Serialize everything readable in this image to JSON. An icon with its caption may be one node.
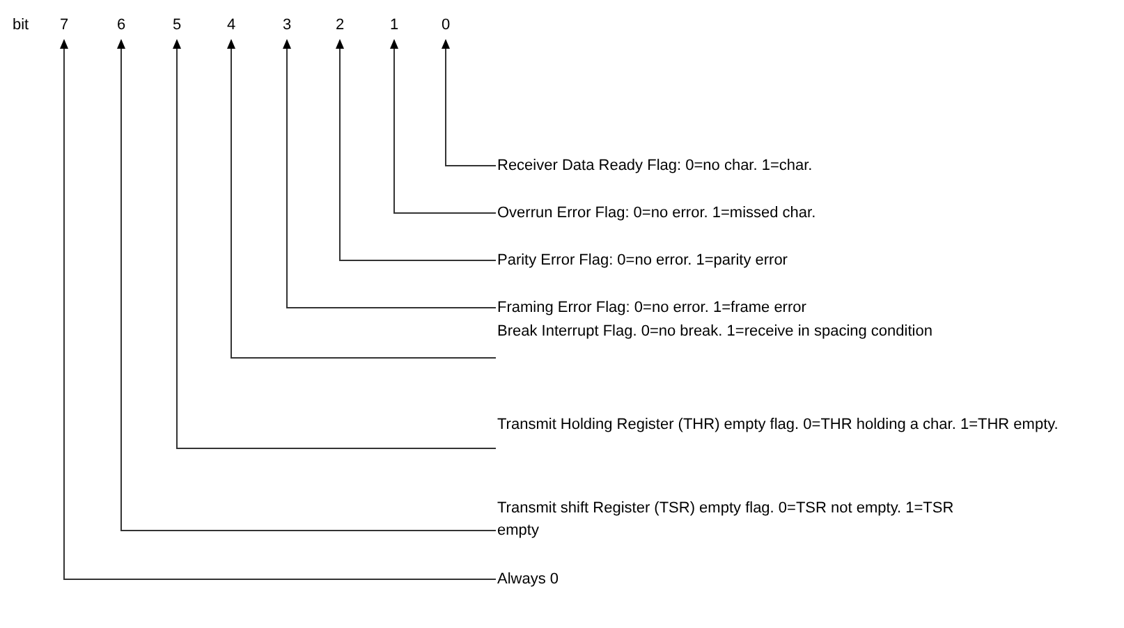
{
  "diagram": {
    "nodes": [
      {
        "text": [
          "7"
        ]
      },
      {
        "text": [
          "6"
        ]
      },
      {
        "text": [
          "5"
        ]
      },
      {
        "text": [
          "4"
        ]
      },
      {
        "text": [
          "3"
        ]
      },
      {
        "text": [
          "2"
        ]
      },
      {
        "text": [
          "1"
        ]
      },
      {
        "text": [
          "0"
        ]
      },
      {
        "text": [
          "Receiver Data Ready Flag: 0=no char. 1=char."
        ]
      },
      {
        "text": [
          "Overrun Error Flag: 0=no error. 1=missed char."
        ]
      },
      {
        "text": [
          "Parity Error Flag: 0=no error. 1=parity error"
        ]
      },
      {
        "text": [
          "Framing Error Flag: 0=no error. 1=frame error"
        ]
      },
      {
        "text": [
          "Break Interrupt Flag. 0=no break. 1=receive in spacing condition"
        ]
      },
      {
        "text": [
          "Transmit Holding Register (THR) empty flag. 0=THR holding a char. 1=THR empty."
        ]
      },
      {
        "text": [
          "Transmit shift Register (TSR) empty flag. 0=TSR not empty. 1=TSR empty"
        ]
      },
      {
        "text": [
          "Always 0"
        ]
      }
    ],
    "edges": [
      {
        "from": 8,
        "to": 7,
        "arrow": "to"
      },
      {
        "from": 9,
        "to": 6,
        "arrow": "to"
      },
      {
        "from": 10,
        "to": 5,
        "arrow": "to"
      },
      {
        "from": 11,
        "to": 4,
        "arrow": "to"
      },
      {
        "from": 12,
        "to": 3,
        "arrow": "to"
      },
      {
        "from": 13,
        "to": 2,
        "arrow": "to"
      },
      {
        "from": 14,
        "to": 1,
        "arrow": "to"
      },
      {
        "from": 15,
        "to": 0,
        "arrow": "to"
      }
    ],
    "labels": [
      "bit"
    ]
  }
}
